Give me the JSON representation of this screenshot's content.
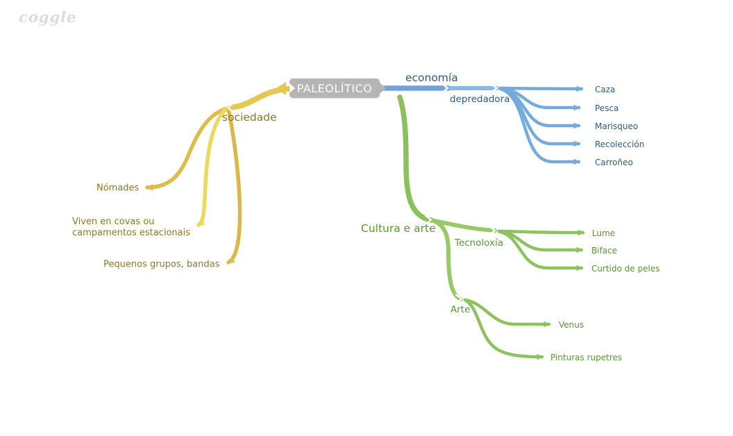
{
  "logo_text": "coggle",
  "colors": {
    "root_bg": "#b5b5b5",
    "root_text": "#ffffff",
    "blue_line": "#6fa4da",
    "blue_line_light": "#88b8e8",
    "blue_leaf_line": "#74abdf",
    "blue_text": "#2d5986",
    "gold_line": "#e6c74f",
    "gold_leaf_line": "#dfbc4a",
    "gold_leaf_line_dark": "#d9b748",
    "yellow_leaf_line": "#ead95e",
    "gold_text": "#8c7a20",
    "green_line": "#8cc05c",
    "green_line_light": "#97c968",
    "green_leaf_line": "#8cc35e",
    "green_text": "#569a2f",
    "logo_color": "#dcdcdc",
    "junction_chevron": "#ffffff"
  },
  "root": {
    "label": "PALEOLÍTICO"
  },
  "branches": {
    "economia": {
      "label": "economía",
      "segment_label": "depredadora",
      "leaves": [
        "Caza",
        "Pesca",
        "Marisqueo",
        "Recolección",
        "Carroñeo"
      ]
    },
    "sociedade": {
      "label": "sociedade",
      "leaves": [
        "Nómades",
        "Viven en covas ou campamentos estacionais",
        "Pequenos grupos, bandas"
      ]
    },
    "cultura": {
      "label": "Cultura e arte",
      "segments": [
        {
          "label": "Tecnoloxía",
          "leaves": [
            "Lume",
            "Biface",
            "Curtido de peles"
          ]
        },
        {
          "label": "Arte",
          "leaves": [
            "Venus",
            "Pinturas rupetres"
          ]
        }
      ]
    }
  }
}
